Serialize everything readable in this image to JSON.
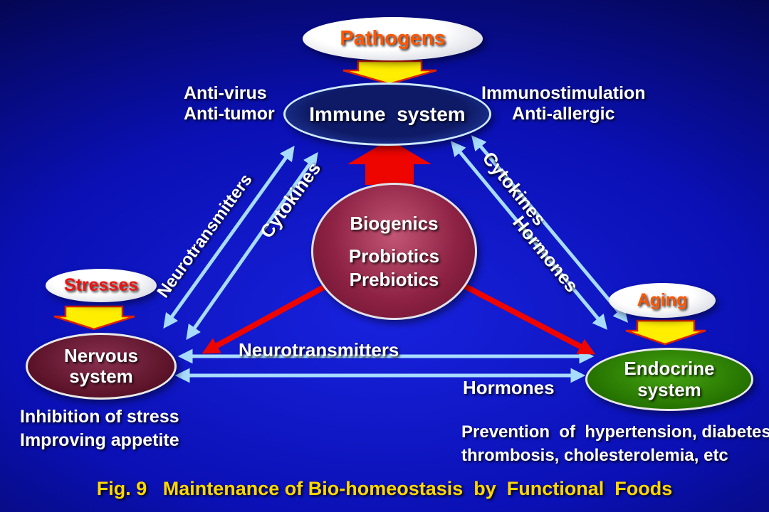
{
  "caption": "Fig. 9   Maintenance of Bio-homeostasis  by  Functional  Foods",
  "external": {
    "pathogens": "Pathogens",
    "stresses": "Stresses",
    "aging": "Aging"
  },
  "systems": {
    "immune": {
      "label": "Immune  system"
    },
    "nervous": {
      "line1": "Nervous",
      "line2": "system"
    },
    "endocrine": {
      "line1": "Endocrine",
      "line2": "system"
    }
  },
  "center": {
    "line1": "Biogenics",
    "line2": "Probiotics",
    "line3": "Prebiotics"
  },
  "effects": {
    "immune_left": {
      "line1": "Anti-virus",
      "line2": "Anti-tumor"
    },
    "immune_right": {
      "line1": "Immunostimulation",
      "line2": "Anti-allergic"
    },
    "nervous": {
      "line1": "Inhibition of stress",
      "line2": "Improving appetite"
    },
    "endocrine": {
      "line1": "Prevention  of  hypertension, diabetes",
      "line2": "thrombosis, cholesterolemia, etc"
    }
  },
  "mediators": {
    "neuro_left": "Neurotransmitters",
    "cyto_left": "Cytokines",
    "cyto_right": "Cytokines",
    "horm_right": "Hormones",
    "neuro_bottom": "Neurotransmitters",
    "horm_bottom": "Hormones"
  },
  "colors": {
    "background_blue": "#0a10b4",
    "accent_red": "#ee0500",
    "feed_arrow_yellow": "#ffee00",
    "feed_arrow_outline": "#dd2200",
    "mediator_arrow_cyan": "#a8dcff",
    "caption_yellow": "#ffd700",
    "immune_fill": "#0e1a66",
    "nervous_fill": "#5a1228",
    "endocrine_fill": "#257200",
    "center_fill": "#8e2244"
  }
}
